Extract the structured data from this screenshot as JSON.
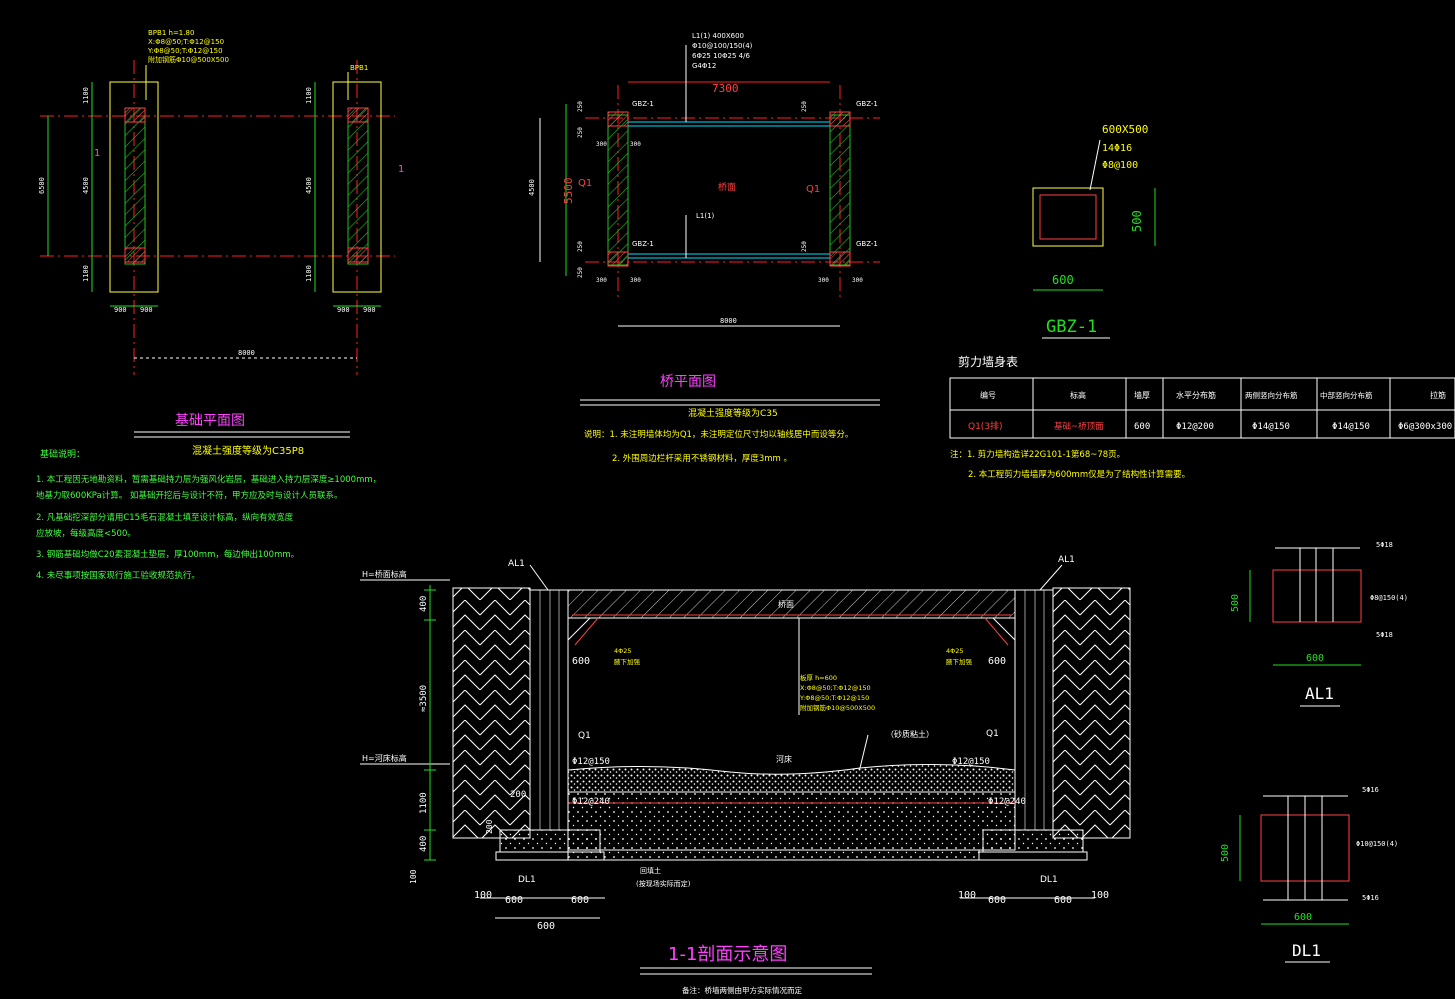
{
  "colors": {
    "background": "#000000",
    "axis": "#ff2020",
    "dimension": "#20e020",
    "wall": "#20c020",
    "column": "#ff4040",
    "title": "#ff40ff",
    "note": "#ffff00",
    "note_green": "#40ff40",
    "line_white": "#ffffff",
    "cyan": "#00e0ff"
  },
  "foundation_plan": {
    "title": "基础平面图",
    "subtitle": "混凝土强度等级为C35P8",
    "wall_tag": "BPB1 h=1.80",
    "wall_tag2": "BPB1",
    "rebar_x": "X:Φ8@50;T:Φ12@150",
    "rebar_y": "Y:Φ8@50;T:Φ12@150",
    "rebar_extra": "附加钢筋Φ10@500X500",
    "section_mark": "1",
    "dim_top": "1100",
    "dim_mid": "4500",
    "dim_bot": "1100",
    "dim_left_total": "6500",
    "dim_half": "900",
    "dim_total": "8000",
    "notes_title": "基础说明：",
    "notes": [
      "1. 本工程因无地勘资料，暂需基础持力层为强风化岩层，基础进入持力层深度≥1000mm，",
      "    地基力取600KPa计算。    如基础开挖后与设计不符，甲方应及时与设计人员联系。",
      "2. 凡基础挖深部分请用C15毛石混凝土填至设计标高，纵向有效宽度",
      "    应放坡，每级高度<500。",
      "3. 钢筋基础均做C20素混凝土垫层，厚100mm，每边伸出100mm。",
      "4. 未尽事项按国家现行施工验收规范执行。"
    ]
  },
  "bridge_plan": {
    "title": "桥平面图",
    "subtitle": "混凝土强度等级为C35",
    "beam_tag": "L1(1) 400X600",
    "beam_rebar1": "Φ10@100/150(4)",
    "beam_rebar2": "6Φ25 10Φ25 4/6",
    "beam_rebar3": "G4Φ12",
    "beam_mid": "L1(1)",
    "dim_top": "7300",
    "dim_left": "5500",
    "dim_left_small": "4500",
    "dim_bottom": "8000",
    "col_label": "GBZ-1",
    "wall_label": "Q1",
    "center_label": "桥面",
    "d250": "250",
    "d300": "300",
    "notes": [
      "说明：1. 未注明墙体均为Q1，未注明定位尺寸均以轴线居中而设等分。",
      "2. 外围周边栏杆采用不锈钢材料，厚度3mm 。"
    ]
  },
  "gbz": {
    "title": "GBZ-1",
    "size": "600X500",
    "rebar_main": "14Φ16",
    "rebar_tie": "Φ8@100",
    "dim_w": "600",
    "dim_h": "500"
  },
  "wall_table": {
    "title": "剪力墙身表",
    "headers": [
      "编号",
      "标高",
      "墙厚",
      "水平分布筋",
      "两侧竖向分布筋",
      "中部竖向分布筋",
      "拉筋"
    ],
    "row": [
      "Q1(3排)",
      "基础~桥顶面",
      "600",
      "Φ12@200",
      "Φ14@150",
      "Φ14@150",
      "Φ6@300x300"
    ],
    "notes": [
      "注：1. 剪力墙构造详22G101-1第68~78页。",
      "2. 本工程剪力墙墙厚为600mm仅是为了结构性计算需要。"
    ]
  },
  "section": {
    "title": "1-1剖面示意图",
    "footnote": "备注：桥墙两侧由甲方实际情况而定",
    "deck_label": "桥面",
    "river_label": "河床",
    "sand_label": "（砂质粘土）",
    "al_label": "AL1",
    "q_label": "Q1",
    "dl_label": "DL1",
    "bridge_level": "H=桥面标高",
    "river_level": "H=河床标高",
    "rebar_deck": "Φ12@150",
    "rebar_bot": "Φ12@240",
    "haunch": "4Φ25",
    "haunch2": "腋下加强",
    "slab_note1": "板厚 h=600",
    "slab_note2": "X:Φ8@50;T:Φ12@150",
    "slab_note3": "Y:Φ8@50;T:Φ12@150",
    "slab_note4": "附加钢筋Φ10@500X500",
    "fill_label": "回填土",
    "fill_label2": "(按现场实际而定)",
    "dim_400": "400",
    "dim_3500": "≈3500",
    "dim_1100": "1100",
    "dim_100": "100",
    "dim_600": "600",
    "dim_200": "200"
  },
  "al1": {
    "title": "AL1",
    "top": "5Φ18",
    "mid": "Φ8@150(4)",
    "bot": "5Φ18",
    "dim_w": "600",
    "dim_h": "500"
  },
  "dl1": {
    "title": "DL1",
    "top": "5Φ16",
    "mid": "Φ10@150(4)",
    "bot": "5Φ16",
    "dim_w": "600",
    "dim_h": "500"
  }
}
